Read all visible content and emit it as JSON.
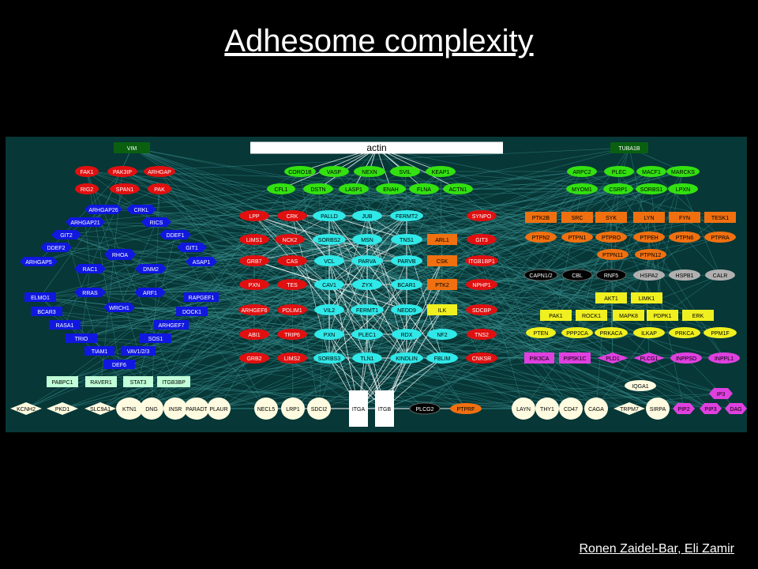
{
  "slide": {
    "title": "Adhesome complexity",
    "credit": "Ronen Zaidel-Bar, Eli Zamir"
  },
  "colors": {
    "background": "#000000",
    "panel": "#073737",
    "edge": "#3a8f8f",
    "red": "#e01010",
    "green": "#33e010",
    "cyan": "#30e8e8",
    "blue": "#1018e0",
    "orange": "#f07010",
    "yellow": "#f0f020",
    "magenta": "#e040e0",
    "white": "#ffffff",
    "cream": "#fffbe0",
    "gray": "#b0b0b0",
    "black": "#000000",
    "darkgreen": "#0a6010",
    "mint": "#c0ffd8"
  },
  "nodes": [
    {
      "id": "VIM",
      "c": "darkgreen",
      "s": "rect"
    },
    {
      "id": "actin",
      "c": "white",
      "s": "rect"
    },
    {
      "id": "TUBA1B",
      "c": "darkgreen",
      "s": "rect"
    },
    {
      "id": "FAK1",
      "c": "red",
      "s": "ellipse"
    },
    {
      "id": "PAK3IP",
      "c": "red",
      "s": "ellipse"
    },
    {
      "id": "ARHGAP",
      "c": "red",
      "s": "ellipse"
    },
    {
      "id": "RIG2",
      "c": "red",
      "s": "ellipse"
    },
    {
      "id": "SPAN1",
      "c": "red",
      "s": "ellipse"
    },
    {
      "id": "PAK",
      "c": "red",
      "s": "ellipse"
    },
    {
      "id": "CORO1B",
      "c": "green",
      "s": "ellipse"
    },
    {
      "id": "VASP",
      "c": "green",
      "s": "ellipse"
    },
    {
      "id": "NEXN",
      "c": "green",
      "s": "ellipse"
    },
    {
      "id": "SVIL",
      "c": "green",
      "s": "ellipse"
    },
    {
      "id": "KEAP1",
      "c": "green",
      "s": "ellipse"
    },
    {
      "id": "CFL1",
      "c": "green",
      "s": "ellipse"
    },
    {
      "id": "DSTN",
      "c": "green",
      "s": "ellipse"
    },
    {
      "id": "LASP1",
      "c": "green",
      "s": "ellipse"
    },
    {
      "id": "ENAH",
      "c": "green",
      "s": "ellipse"
    },
    {
      "id": "FLNA",
      "c": "green",
      "s": "ellipse"
    },
    {
      "id": "ACTN1",
      "c": "green",
      "s": "ellipse"
    },
    {
      "id": "ARPC2",
      "c": "green",
      "s": "ellipse"
    },
    {
      "id": "PLEC",
      "c": "green",
      "s": "ellipse"
    },
    {
      "id": "MACF1",
      "c": "green",
      "s": "ellipse"
    },
    {
      "id": "MARCKS",
      "c": "green",
      "s": "ellipse"
    },
    {
      "id": "MYOM1",
      "c": "green",
      "s": "ellipse"
    },
    {
      "id": "CSRP1",
      "c": "green",
      "s": "ellipse"
    },
    {
      "id": "SORBS1",
      "c": "green",
      "s": "ellipse"
    },
    {
      "id": "LPXN",
      "c": "green",
      "s": "ellipse"
    },
    {
      "id": "ARHGAP26",
      "c": "blue",
      "s": "hex"
    },
    {
      "id": "CRKL",
      "c": "blue",
      "s": "hex"
    },
    {
      "id": "ARHGAP21",
      "c": "blue",
      "s": "hex"
    },
    {
      "id": "RICS",
      "c": "blue",
      "s": "hex"
    },
    {
      "id": "GIT2",
      "c": "blue",
      "s": "hex"
    },
    {
      "id": "DDEF1",
      "c": "blue",
      "s": "hex"
    },
    {
      "id": "DDEF2",
      "c": "blue",
      "s": "hex"
    },
    {
      "id": "GIT1",
      "c": "blue",
      "s": "hex"
    },
    {
      "id": "ARHGAP5",
      "c": "blue",
      "s": "hex"
    },
    {
      "id": "RHOA",
      "c": "blue",
      "s": "hex"
    },
    {
      "id": "ASAP1",
      "c": "blue",
      "s": "hex"
    },
    {
      "id": "RAC1",
      "c": "blue",
      "s": "hex"
    },
    {
      "id": "DNM2",
      "c": "blue",
      "s": "hex"
    },
    {
      "id": "ELMO1",
      "c": "blue",
      "s": "rect"
    },
    {
      "id": "RRAS",
      "c": "blue",
      "s": "hex"
    },
    {
      "id": "ARF1",
      "c": "blue",
      "s": "hex"
    },
    {
      "id": "RAPGEF1",
      "c": "blue",
      "s": "rect"
    },
    {
      "id": "BCAR3",
      "c": "blue",
      "s": "rect"
    },
    {
      "id": "WRCH1",
      "c": "blue",
      "s": "hex"
    },
    {
      "id": "DOCK1",
      "c": "blue",
      "s": "rect"
    },
    {
      "id": "RASA1",
      "c": "blue",
      "s": "rect"
    },
    {
      "id": "ARHGEF7",
      "c": "blue",
      "s": "rect"
    },
    {
      "id": "TRIO",
      "c": "blue",
      "s": "rect"
    },
    {
      "id": "SOS1",
      "c": "blue",
      "s": "rect"
    },
    {
      "id": "TIAM1",
      "c": "blue",
      "s": "rect"
    },
    {
      "id": "VAV1/2/3",
      "c": "blue",
      "s": "rect"
    },
    {
      "id": "DEF6",
      "c": "blue",
      "s": "rect"
    },
    {
      "id": "PABPC1",
      "c": "mint",
      "s": "rect"
    },
    {
      "id": "RAVER1",
      "c": "mint",
      "s": "rect"
    },
    {
      "id": "STAT3",
      "c": "mint",
      "s": "rect"
    },
    {
      "id": "ITGB3BP",
      "c": "mint",
      "s": "rect"
    },
    {
      "id": "LPP",
      "c": "red",
      "s": "ellipse"
    },
    {
      "id": "CRK",
      "c": "red",
      "s": "ellipse"
    },
    {
      "id": "LIMS1",
      "c": "red",
      "s": "ellipse"
    },
    {
      "id": "NCK2",
      "c": "red",
      "s": "ellipse"
    },
    {
      "id": "GRB7",
      "c": "red",
      "s": "ellipse"
    },
    {
      "id": "CAS",
      "c": "red",
      "s": "ellipse"
    },
    {
      "id": "PXN2",
      "c": "red",
      "s": "ellipse"
    },
    {
      "id": "TES",
      "c": "red",
      "s": "ellipse"
    },
    {
      "id": "ARHGEF6",
      "c": "red",
      "s": "ellipse"
    },
    {
      "id": "PDLIM1",
      "c": "red",
      "s": "ellipse"
    },
    {
      "id": "ABI1",
      "c": "red",
      "s": "ellipse"
    },
    {
      "id": "TRIP6",
      "c": "red",
      "s": "ellipse"
    },
    {
      "id": "GRB2",
      "c": "red",
      "s": "ellipse"
    },
    {
      "id": "LIMS2",
      "c": "red",
      "s": "ellipse"
    },
    {
      "id": "PALLD",
      "c": "cyan",
      "s": "ellipse"
    },
    {
      "id": "JUB",
      "c": "cyan",
      "s": "ellipse"
    },
    {
      "id": "FERMT2",
      "c": "cyan",
      "s": "ellipse"
    },
    {
      "id": "SORBS2",
      "c": "cyan",
      "s": "ellipse"
    },
    {
      "id": "MSN",
      "c": "cyan",
      "s": "ellipse"
    },
    {
      "id": "TNS1",
      "c": "cyan",
      "s": "ellipse"
    },
    {
      "id": "VCL",
      "c": "cyan",
      "s": "ellipse"
    },
    {
      "id": "PARVA",
      "c": "cyan",
      "s": "ellipse"
    },
    {
      "id": "PARVB",
      "c": "cyan",
      "s": "ellipse"
    },
    {
      "id": "CAV1",
      "c": "cyan",
      "s": "ellipse"
    },
    {
      "id": "ZYX",
      "c": "cyan",
      "s": "ellipse"
    },
    {
      "id": "BCAR1",
      "c": "cyan",
      "s": "ellipse"
    },
    {
      "id": "VIL2",
      "c": "cyan",
      "s": "ellipse"
    },
    {
      "id": "FERMT1",
      "c": "cyan",
      "s": "ellipse"
    },
    {
      "id": "NEDD9",
      "c": "cyan",
      "s": "ellipse"
    },
    {
      "id": "PXN",
      "c": "cyan",
      "s": "ellipse"
    },
    {
      "id": "PLEC1",
      "c": "cyan",
      "s": "ellipse"
    },
    {
      "id": "RDX",
      "c": "cyan",
      "s": "ellipse"
    },
    {
      "id": "NF2",
      "c": "cyan",
      "s": "ellipse"
    },
    {
      "id": "SORBS3",
      "c": "cyan",
      "s": "ellipse"
    },
    {
      "id": "TLN1",
      "c": "cyan",
      "s": "ellipse"
    },
    {
      "id": "KINDLIN",
      "c": "cyan",
      "s": "ellipse"
    },
    {
      "id": "FBLIM",
      "c": "cyan",
      "s": "ellipse"
    },
    {
      "id": "SYNPO",
      "c": "red",
      "s": "ellipse"
    },
    {
      "id": "ARL1",
      "c": "orange",
      "s": "rect"
    },
    {
      "id": "GIT3",
      "c": "red",
      "s": "ellipse"
    },
    {
      "id": "CSK",
      "c": "orange",
      "s": "rect"
    },
    {
      "id": "ITGB1BP1",
      "c": "red",
      "s": "ellipse"
    },
    {
      "id": "PTK2",
      "c": "orange",
      "s": "rect"
    },
    {
      "id": "NPHP1",
      "c": "red",
      "s": "ellipse"
    },
    {
      "id": "ILK",
      "c": "yellow",
      "s": "rect"
    },
    {
      "id": "SDCBP",
      "c": "red",
      "s": "ellipse"
    },
    {
      "id": "TNS2",
      "c": "red",
      "s": "ellipse"
    },
    {
      "id": "CNKSR",
      "c": "red",
      "s": "ellipse"
    },
    {
      "id": "PTK2B",
      "c": "orange",
      "s": "rect"
    },
    {
      "id": "SRC",
      "c": "orange",
      "s": "rect"
    },
    {
      "id": "SYK",
      "c": "orange",
      "s": "rect"
    },
    {
      "id": "LYN",
      "c": "orange",
      "s": "rect"
    },
    {
      "id": "FYN",
      "c": "orange",
      "s": "rect"
    },
    {
      "id": "TESK1",
      "c": "orange",
      "s": "rect"
    },
    {
      "id": "PTPN2",
      "c": "orange",
      "s": "ellipse"
    },
    {
      "id": "PTPN1",
      "c": "orange",
      "s": "ellipse"
    },
    {
      "id": "PTPRO",
      "c": "orange",
      "s": "ellipse"
    },
    {
      "id": "PTPEH",
      "c": "orange",
      "s": "ellipse"
    },
    {
      "id": "PTPN6",
      "c": "orange",
      "s": "ellipse"
    },
    {
      "id": "PTPRA",
      "c": "orange",
      "s": "ellipse"
    },
    {
      "id": "PTPN11",
      "c": "orange",
      "s": "ellipse"
    },
    {
      "id": "PTPN12",
      "c": "orange",
      "s": "ellipse"
    },
    {
      "id": "CAPN1/2",
      "c": "black",
      "s": "ellipse"
    },
    {
      "id": "CBL",
      "c": "black",
      "s": "ellipse"
    },
    {
      "id": "RNF5",
      "c": "black",
      "s": "ellipse"
    },
    {
      "id": "HSPA2",
      "c": "gray",
      "s": "ellipse"
    },
    {
      "id": "HSPB1",
      "c": "gray",
      "s": "ellipse"
    },
    {
      "id": "CALR",
      "c": "gray",
      "s": "ellipse"
    },
    {
      "id": "AKT1",
      "c": "yellow",
      "s": "rect"
    },
    {
      "id": "LIMK1",
      "c": "yellow",
      "s": "rect"
    },
    {
      "id": "PAK1",
      "c": "yellow",
      "s": "rect"
    },
    {
      "id": "ROCK1",
      "c": "yellow",
      "s": "rect"
    },
    {
      "id": "MAPK8",
      "c": "yellow",
      "s": "rect"
    },
    {
      "id": "PDPK1",
      "c": "yellow",
      "s": "rect"
    },
    {
      "id": "ERK",
      "c": "yellow",
      "s": "rect"
    },
    {
      "id": "PTEN",
      "c": "yellow",
      "s": "ellipse"
    },
    {
      "id": "PPP2CA",
      "c": "yellow",
      "s": "ellipse"
    },
    {
      "id": "PRKACA",
      "c": "yellow",
      "s": "ellipse"
    },
    {
      "id": "ILKAP",
      "c": "yellow",
      "s": "ellipse"
    },
    {
      "id": "PRKCA",
      "c": "yellow",
      "s": "ellipse"
    },
    {
      "id": "PPM1F",
      "c": "yellow",
      "s": "ellipse"
    },
    {
      "id": "PIK3CA",
      "c": "magenta",
      "s": "rect"
    },
    {
      "id": "PIP5K1C",
      "c": "magenta",
      "s": "rect"
    },
    {
      "id": "PLD1",
      "c": "magenta",
      "s": "diamond"
    },
    {
      "id": "PLCG1",
      "c": "magenta",
      "s": "diamond"
    },
    {
      "id": "INPPSD",
      "c": "magenta",
      "s": "ellipse"
    },
    {
      "id": "INPPL1",
      "c": "magenta",
      "s": "ellipse"
    },
    {
      "id": "IQGA1",
      "c": "cream",
      "s": "ellipse"
    },
    {
      "id": "IP3",
      "c": "magenta",
      "s": "hex"
    },
    {
      "id": "KCNH2",
      "c": "cream",
      "s": "diamond"
    },
    {
      "id": "PKD1",
      "c": "cream",
      "s": "diamond"
    },
    {
      "id": "SLC9A1",
      "c": "cream",
      "s": "diamond"
    },
    {
      "id": "KTN1",
      "c": "cream",
      "s": "ellipse"
    },
    {
      "id": "DNG",
      "c": "cream",
      "s": "ellipse"
    },
    {
      "id": "INSR",
      "c": "cream",
      "s": "ellipse"
    },
    {
      "id": "PARADT",
      "c": "cream",
      "s": "ellipse"
    },
    {
      "id": "PLAUR",
      "c": "cream",
      "s": "ellipse"
    },
    {
      "id": "NECL5",
      "c": "cream",
      "s": "ellipse"
    },
    {
      "id": "LRP1",
      "c": "cream",
      "s": "ellipse"
    },
    {
      "id": "SDCI2",
      "c": "cream",
      "s": "ellipse"
    },
    {
      "id": "ITGA",
      "c": "white",
      "s": "rect"
    },
    {
      "id": "ITGB",
      "c": "white",
      "s": "rect"
    },
    {
      "id": "PLCG2",
      "c": "black",
      "s": "ellipse"
    },
    {
      "id": "PTPRF",
      "c": "orange",
      "s": "ellipse"
    },
    {
      "id": "LAYN",
      "c": "cream",
      "s": "ellipse"
    },
    {
      "id": "THY1",
      "c": "cream",
      "s": "ellipse"
    },
    {
      "id": "CD47",
      "c": "cream",
      "s": "ellipse"
    },
    {
      "id": "CAGA",
      "c": "cream",
      "s": "ellipse"
    },
    {
      "id": "TRPM7",
      "c": "cream",
      "s": "diamond"
    },
    {
      "id": "SIRPA",
      "c": "cream",
      "s": "ellipse"
    },
    {
      "id": "PIP2",
      "c": "magenta",
      "s": "hex"
    },
    {
      "id": "PIP3",
      "c": "magenta",
      "s": "hex"
    },
    {
      "id": "DAG",
      "c": "magenta",
      "s": "hex"
    }
  ]
}
